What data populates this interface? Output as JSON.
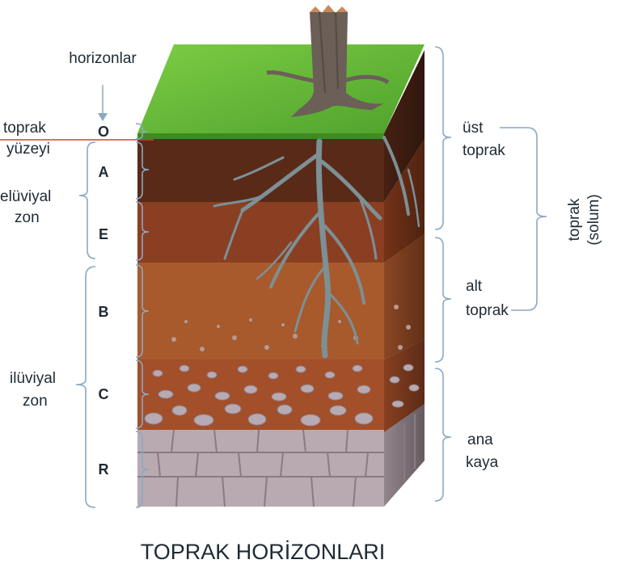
{
  "figure": {
    "title": "TOPRAK HORİZONLARI",
    "pointer_label": "horizonlar",
    "surface_label": [
      "toprak",
      "yüzeyi"
    ],
    "horizons": [
      "O",
      "A",
      "E",
      "B",
      "C",
      "R"
    ],
    "zones_left": {
      "eluvial": [
        "elüviyal",
        "zon"
      ],
      "illuvial": [
        "ilüviyal",
        "zon"
      ]
    },
    "zones_right": {
      "topsoil": [
        "üst",
        "toprak"
      ],
      "subsoil": [
        "alt",
        "toprak"
      ],
      "bedrock": [
        "ana",
        "kaya"
      ],
      "solum": [
        "toprak",
        "(solum)"
      ]
    }
  },
  "colors": {
    "grass": "#6fbf3a",
    "topsoil": "#5a2a18",
    "e_layer": "#8b3f22",
    "b_layer": "#a85a2c",
    "c_layer": "#a34f2a",
    "bedrock": "#b9a9b0",
    "root": "#7c9096",
    "brace": "#8aa8c4",
    "surface_line": "#e03a3a"
  }
}
